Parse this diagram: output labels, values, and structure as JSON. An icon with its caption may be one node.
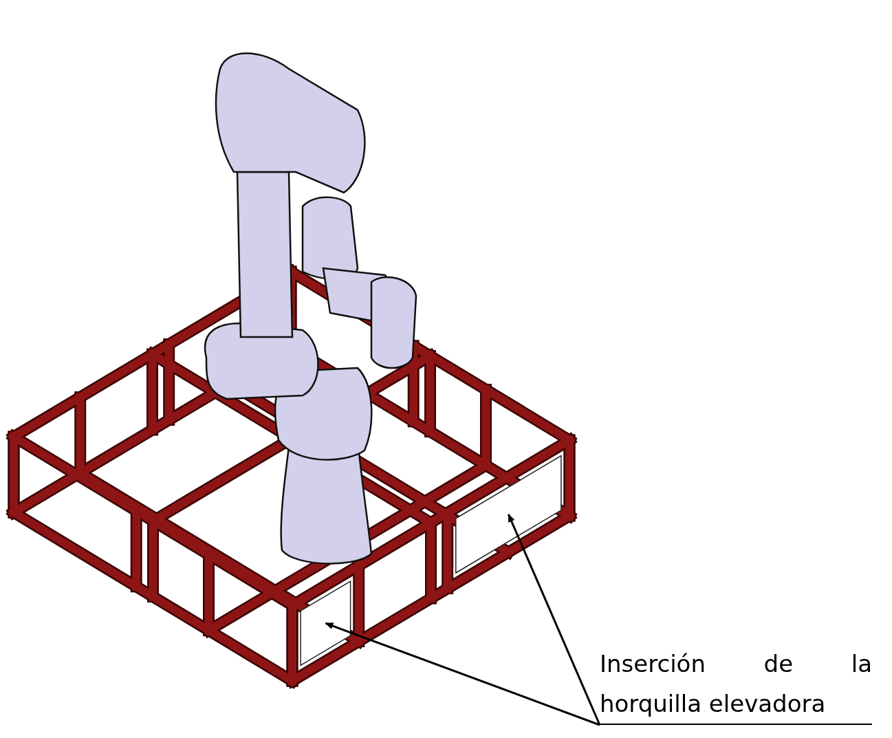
{
  "diagram": {
    "nodes": [
      {
        "text": [
          "Inserción de la horquilla elevadora"
        ]
      },
      {
        "text": [],
        "shape": "box"
      },
      {
        "text": [],
        "shape": "box"
      }
    ],
    "edges": [
      {
        "from": 0,
        "to": 1,
        "arrow": "to"
      },
      {
        "from": 0,
        "to": 2,
        "arrow": "to"
      }
    ]
  }
}
